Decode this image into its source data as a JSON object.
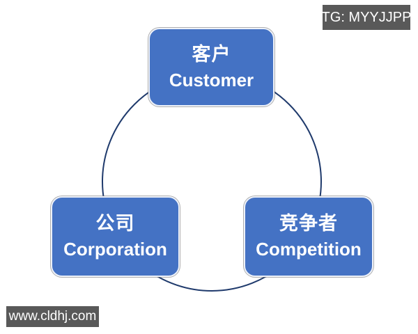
{
  "page": {
    "background": "#ffffff"
  },
  "badges": {
    "top_right": {
      "label": "TG: MYYJJPP",
      "bg": "#595959",
      "text_color": "#ffffff"
    },
    "bottom_left": {
      "label": "www.cldhj.com",
      "bg": "#595959",
      "text_color": "#ffffff"
    }
  },
  "diagram": {
    "type": "3c-cycle-diagram",
    "colors": {
      "node_fill": "#4472c4",
      "node_border": "#eef2fa",
      "node_text": "#ffffff",
      "circle_stroke": "#1f3a6c"
    },
    "nodes": [
      {
        "id": "customer",
        "zh": "客户",
        "en": "Customer",
        "position": "top"
      },
      {
        "id": "corporation",
        "zh": "公司",
        "en": "Corporation",
        "position": "bottom-left"
      },
      {
        "id": "competition",
        "zh": "竞争者",
        "en": "Competition",
        "position": "bottom-right"
      }
    ]
  }
}
